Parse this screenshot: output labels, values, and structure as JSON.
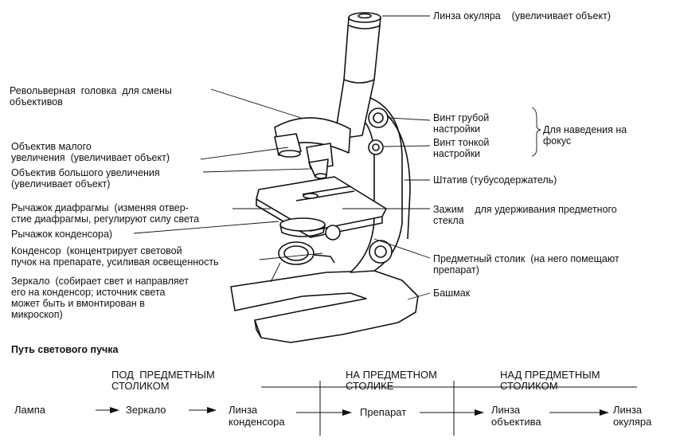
{
  "labels": {
    "eyepiece": "Линза окуляра    (увеличивает объект)",
    "revolver": "Револьверная  головка  для смены\nобъективов",
    "objective_low": "Объектив малого\nувеличения  (увеличивает объект)",
    "objective_high": "Объектив большого увеличения\n(увеличивает объект)",
    "diaphragm_lever": "Рычажок диафрагмы  (изменяя отвер-\nстие диафрагмы, регулируют силу света",
    "condenser_lever": "Рычажок конденсора)",
    "condenser": "Конденсор  (концентрирует световой\nпучок на препарате, усиливая освещенность",
    "mirror": "Зеркало  (собирает свет и направляет\nего на конденсор; источник света\nможет быть и вмонтирован в\nмикроскоп)",
    "coarse_screw": "Винт грубой\nнастройки",
    "fine_screw": "Винт тонкой\nнастройки",
    "focus_group": "Для наведения на\nфокус",
    "stand": "Штатив (тубусодержатель)",
    "clamp": "Зажим    для удерживания предметного\nстекла",
    "stage": "Предметный столик  (на него помещают\nпрепарат)",
    "base": "Башмак"
  },
  "light_path": {
    "title": "Путь светового пучка",
    "zones": [
      "ПОД  ПРЕДМЕТНЫМ\nСТОЛИКОМ",
      "НА ПРЕДМЕТНОМ\nСТОЛИКЕ",
      "НАД ПРЕДМЕТНЫМ\nСТОЛИКОМ"
    ],
    "steps": [
      "Лампа",
      "Зеркало",
      "Линза\nконденсора",
      "Препарат",
      "Линза\nобъектива",
      "Линза\nокуляра"
    ]
  }
}
